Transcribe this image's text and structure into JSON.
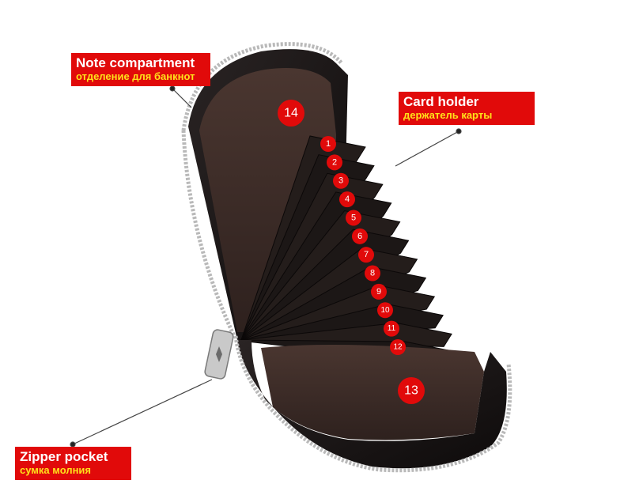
{
  "labels": {
    "note": {
      "en": "Note compartment",
      "ru": "отделение для банкнот"
    },
    "card": {
      "en": "Card holder",
      "ru": "держатель карты"
    },
    "zipper": {
      "en": "Zipper pocket",
      "ru": "сумка молния"
    }
  },
  "slot_numbers": [
    "1",
    "2",
    "3",
    "4",
    "5",
    "6",
    "7",
    "8",
    "9",
    "10",
    "11",
    "12"
  ],
  "big_numbers": {
    "top": "14",
    "bottom": "13"
  },
  "colors": {
    "badge": "#e10a0a",
    "accent_text": "#ffe11a",
    "leather": "#1a1414",
    "lining": "#3b2a26"
  }
}
